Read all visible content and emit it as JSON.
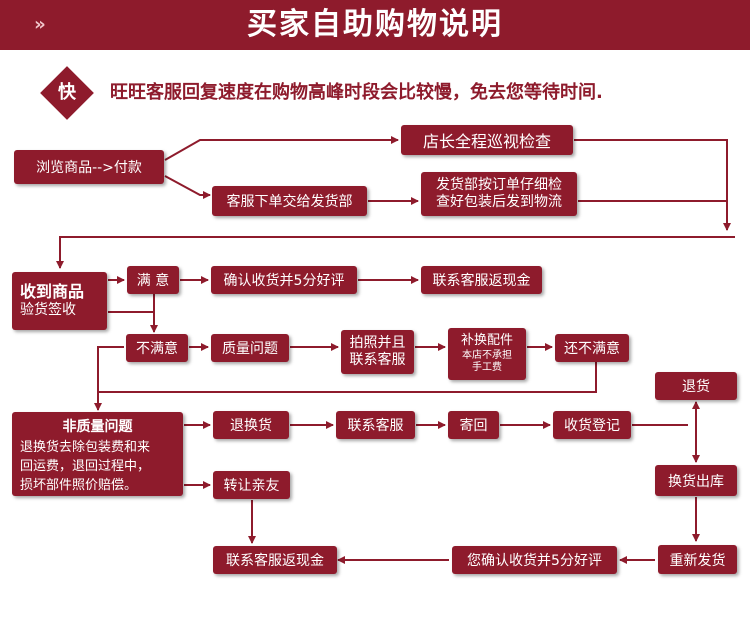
{
  "header": {
    "title": "买家自助购物说明",
    "chevron": "»"
  },
  "notice": {
    "badge": "快",
    "text": "旺旺客服回复速度在购物高峰时段会比较慢，免去您等待时间."
  },
  "flow": {
    "browse": "浏览商品-->付款",
    "manager_check": "店长全程巡视检查",
    "cs_order": "客服下单交给发货部",
    "ship_line1": "发货部按订单仔细检",
    "ship_line2": "查好包装后发到物流",
    "receive_line1": "收到商品",
    "receive_line2": "验货签收",
    "satisfied": "满 意",
    "confirm_review": "确认收货并5分好评",
    "contact_cashback": "联系客服返现金",
    "not_satisfied": "不满意",
    "quality_issue": "质量问题",
    "photo_line1": "拍照并且",
    "photo_line2": "联系客服",
    "parts_line1": "补换配件",
    "parts_line2": "本店不承担",
    "parts_line3": "手工费",
    "still_unsatisfied": "还不满意",
    "return": "退货",
    "nq_title": "非质量问题",
    "nq_line1": "退换货去除包装费和来",
    "nq_line2": "回运费，退回过程中，",
    "nq_line3": "损坏部件照价赔偿。",
    "exchange_return": "退换货",
    "contact_cs": "联系客服",
    "send_back": "寄回",
    "receipt_register": "收货登记",
    "transfer": "转让亲友",
    "exchange_out": "换货出库",
    "contact_cashback2": "联系客服返现金",
    "you_confirm": "您确认收货并5分好评",
    "resend": "重新发货"
  },
  "colors": {
    "primary": "#8e1b2c",
    "text_on_primary": "#ffffff",
    "background": "#ffffff"
  }
}
